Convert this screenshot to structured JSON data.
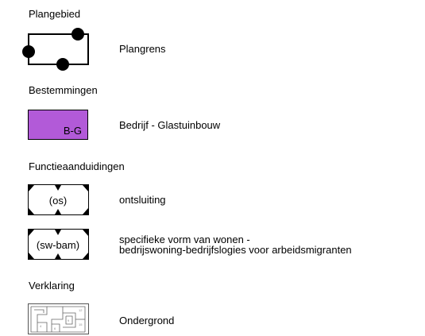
{
  "sections": {
    "plangebied": {
      "heading": "Plangebied",
      "items": [
        {
          "label": "Plangrens",
          "icon": "plangrens-boundary-icon"
        }
      ]
    },
    "bestemmingen": {
      "heading": "Bestemmingen",
      "items": [
        {
          "code": "B-G",
          "label": "Bedrijf - Glastuinbouw",
          "fill_color": "#b25ad8"
        }
      ]
    },
    "functieaanduidingen": {
      "heading": "Functieaanduidingen",
      "items": [
        {
          "code": "(os)",
          "label": "ontsluiting"
        },
        {
          "code": "(sw-bam)",
          "label_line1": "specifieke vorm van wonen -",
          "label_line2": "bedrijswoning-bedrijfslogies voor arbeidsmigranten"
        }
      ]
    },
    "verklaring": {
      "heading": "Verklaring",
      "items": [
        {
          "label": "Ondergrond",
          "icon": "cadastral-map-icon"
        }
      ]
    }
  }
}
